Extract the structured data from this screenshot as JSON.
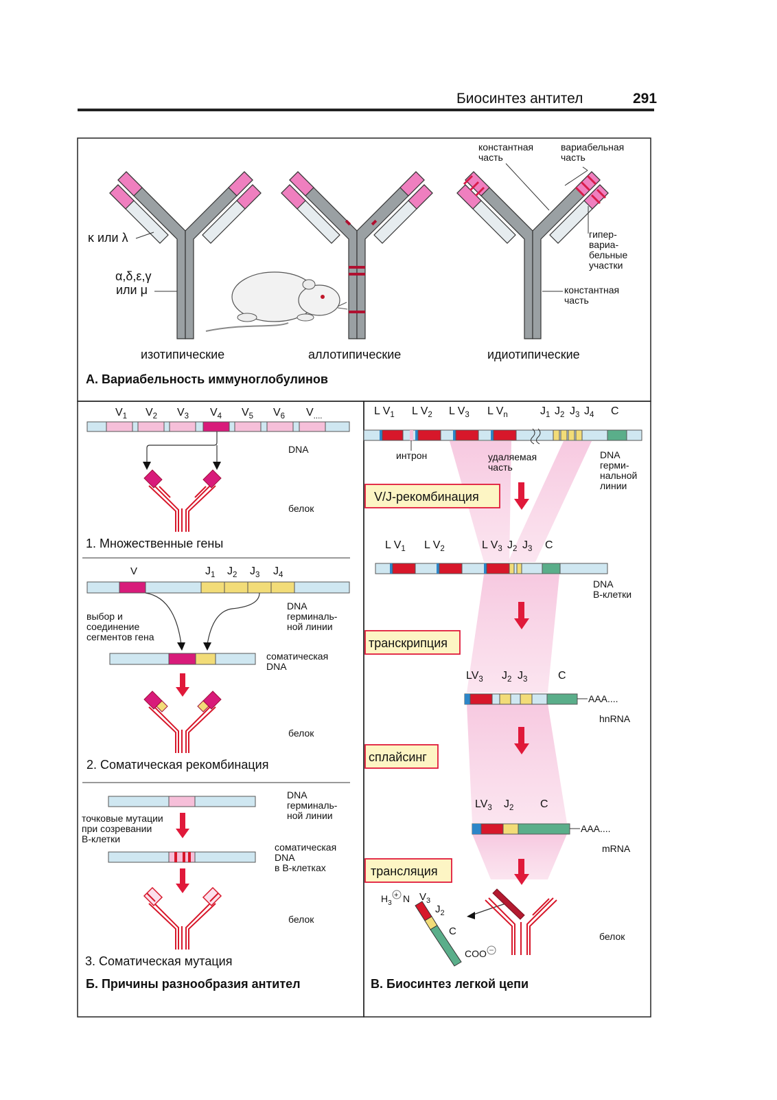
{
  "header": {
    "running_title": "Биосинтез антител",
    "page_number": "291"
  },
  "panel_a": {
    "title": "А. Вариабельность иммуноглобулинов",
    "light_chain_label": "κ или λ",
    "heavy_chain_label_1": "α,δ,ε,γ",
    "heavy_chain_label_2": "или μ",
    "types": [
      "изотипические",
      "аллотипические",
      "идиотипические"
    ],
    "constant_part_top": [
      "константная",
      "часть"
    ],
    "variable_part_top": [
      "вариабельная",
      "часть"
    ],
    "hypervariable": [
      "гипер-",
      "вариа-",
      "бельные",
      "участки"
    ],
    "constant_part_bottom": [
      "константная",
      "часть"
    ]
  },
  "panel_b": {
    "title": "Б. Причины разнообразия антител",
    "s1": {
      "genes": [
        {
          "base": "V",
          "sub": "1"
        },
        {
          "base": "V",
          "sub": "2"
        },
        {
          "base": "V",
          "sub": "3"
        },
        {
          "base": "V",
          "sub": "4"
        },
        {
          "base": "V",
          "sub": "5"
        },
        {
          "base": "V",
          "sub": "6"
        },
        {
          "base": "V",
          "sub": "...."
        }
      ],
      "dna": "DNA",
      "protein": "белок",
      "caption": "1. Множественные гены"
    },
    "s2": {
      "v": "V",
      "j": [
        {
          "base": "J",
          "sub": "1"
        },
        {
          "base": "J",
          "sub": "2"
        },
        {
          "base": "J",
          "sub": "3"
        },
        {
          "base": "J",
          "sub": "4"
        }
      ],
      "germline": [
        "DNA",
        "герминаль-",
        "ной линии"
      ],
      "selection": [
        "выбор и",
        "соединение",
        "сегментов гена"
      ],
      "somatic": [
        "соматическая",
        "DNA"
      ],
      "protein": "белок",
      "caption": "2. Соматическая рекомбинация"
    },
    "s3": {
      "germline": [
        "DNA",
        "герминаль-",
        "ной линии"
      ],
      "point_mut": [
        "точковые мутации",
        "при созревании",
        "B-клетки"
      ],
      "somatic": [
        "соматическая",
        "DNA",
        "в B-клетках"
      ],
      "protein": "белок",
      "caption": "3. Соматическая мутация"
    }
  },
  "panel_c": {
    "title": "В. Биосинтез легкой цепи",
    "gl_labels": [
      {
        "base": "L V",
        "sub": "1"
      },
      {
        "base": "L V",
        "sub": "2"
      },
      {
        "base": "L V",
        "sub": "3"
      },
      {
        "base": "L V",
        "sub": "n"
      },
      {
        "base": "J",
        "sub": "1"
      },
      {
        "base": "J",
        "sub": "2"
      },
      {
        "base": "J",
        "sub": "3"
      },
      {
        "base": "J",
        "sub": "4"
      },
      {
        "base": "C",
        "sub": ""
      }
    ],
    "intron": "интрон",
    "removed": [
      "удаляемая",
      "часть"
    ],
    "germline": [
      "DNA",
      "герми-",
      "нальной",
      "линии"
    ],
    "step1": "V/J-рекомбинация",
    "bc_labels": [
      {
        "base": "L V",
        "sub": "1"
      },
      {
        "base": "L V",
        "sub": "2"
      },
      {
        "base": "L V",
        "sub": "3"
      },
      {
        "base": "J",
        "sub": "2"
      },
      {
        "base": "J",
        "sub": "3"
      },
      {
        "base": "C",
        "sub": ""
      }
    ],
    "bcell": [
      "DNA",
      "B-клетки"
    ],
    "step2": "транскрипция",
    "hn_labels": [
      {
        "base": "LV",
        "sub": "3"
      },
      {
        "base": "J",
        "sub": "2"
      },
      {
        "base": "J",
        "sub": "3"
      },
      {
        "base": "C",
        "sub": ""
      }
    ],
    "poly_a": "AAA....",
    "hnrna": "hnRNA",
    "step3": "сплайсинг",
    "m_labels": [
      {
        "base": "LV",
        "sub": "3"
      },
      {
        "base": "J",
        "sub": "2"
      },
      {
        "base": "C",
        "sub": ""
      }
    ],
    "mrna": "mRNA",
    "step4": "трансляция",
    "peptide": {
      "nterm": "H",
      "v": "V",
      "v_sub": "3",
      "j": "J",
      "j_sub": "2",
      "c": "C",
      "cterm": "COO"
    },
    "protein": "белок"
  },
  "colors": {
    "pink": "#ef7fbf",
    "light_pink": "#f6bfd9",
    "magenta": "#d81b7a",
    "red": "#d7172a",
    "yellow": "#f2dc78",
    "green": "#5aae8a",
    "light_blue": "#cfe7f1",
    "blue": "#2d86c8",
    "gray": "#8f9498",
    "arrow_red": "#e0193a"
  }
}
